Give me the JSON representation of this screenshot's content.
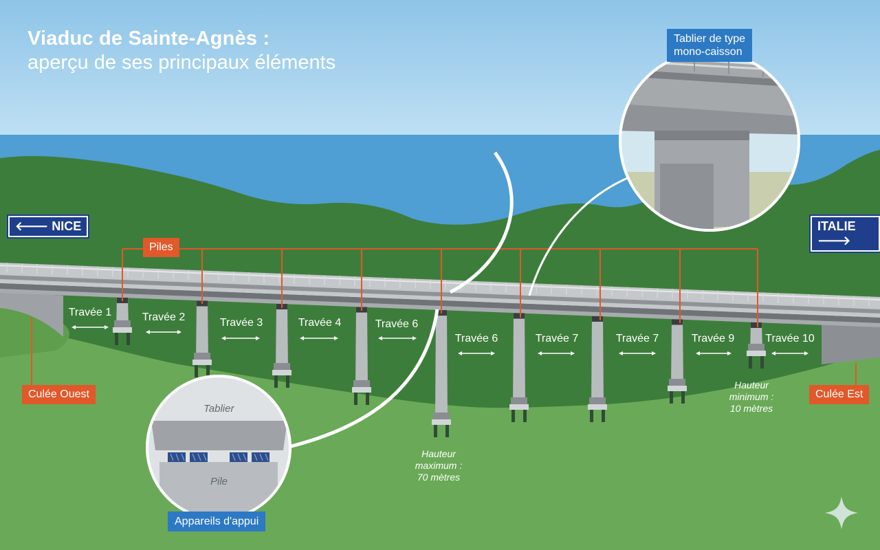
{
  "title": {
    "line1": "Viaduc de Sainte-Agnès :",
    "line2": "aperçu de ses principaux éléments"
  },
  "signs": {
    "west": "🡐 NICE",
    "east": "ITALIE 🡒"
  },
  "labels": {
    "piles": "Piles",
    "culee_ouest": "Culée Ouest",
    "culee_est": "Culée Est",
    "tablier_type": "Tablier de type\nmono-caisson",
    "appareils": "Appareils d'appui",
    "inset_tablier": "Tablier",
    "inset_pile": "Pile",
    "hauteur_max": "Hauteur\nmaximum :\n70 mètres",
    "hauteur_min": "Hauteur\nminimum :\n10 mètres"
  },
  "spans": [
    "Travée 1",
    "Travée 2",
    "Travée 3",
    "Travée 4",
    "Travée 6",
    "Travée 6",
    "Travée 7",
    "Travée 7",
    "Travée 9",
    "Travée 10"
  ],
  "colors": {
    "sky": "#a9d4ee",
    "sea": "#4f9ed4",
    "hills_dark": "#3c7c3a",
    "ground": "#6aa957",
    "orange": "#e1582a",
    "blue_tag": "#2d79c4",
    "sign_blue": "#1f3f8c",
    "concrete": "#b9bcbf"
  },
  "icons": {
    "sparkle": "sparkle-icon",
    "arrow": "double-arrow-icon"
  }
}
